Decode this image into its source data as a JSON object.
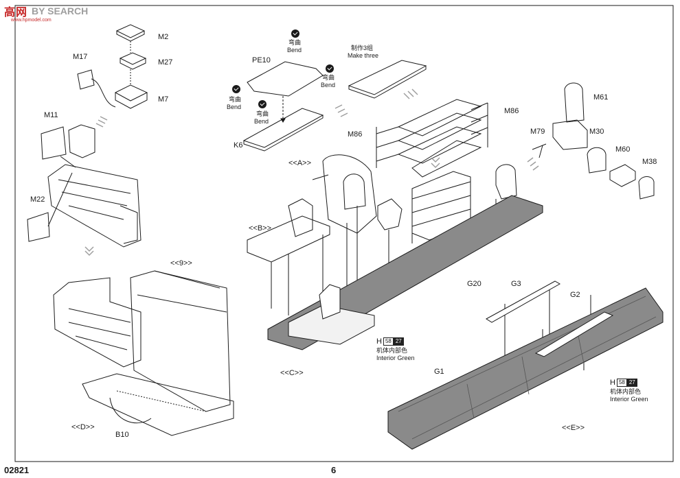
{
  "watermark": {
    "cn": "高",
    "cn2": "网",
    "en": "BY SEARCH",
    "url": "www.hpmodel.com"
  },
  "footer": {
    "code": "02821",
    "page": "6"
  },
  "notes": {
    "make_three_cn": "制作3组",
    "make_three_en": "Make three"
  },
  "bend": {
    "cn": "弯曲",
    "en": "Bend"
  },
  "paint": {
    "h": "H",
    "code1": "58",
    "code2": "27",
    "cn": "机体内部色",
    "en": "Interior Green"
  },
  "parts": {
    "m2": "M2",
    "m27": "M27",
    "m7": "M7",
    "m17": "M17",
    "m11": "M11",
    "m22": "M22",
    "pe10": "PE10",
    "k6": "K6",
    "m86": "M86",
    "m61": "M61",
    "m79": "M79",
    "m30": "M30",
    "m60": "M60",
    "m38": "M38",
    "g20": "G20",
    "g3": "G3",
    "g2": "G2",
    "g1": "G1",
    "b10": "B10"
  },
  "subassemblies": {
    "a": "<<A>>",
    "b": "<<B>>",
    "c": "<<C>>",
    "d": "<<D>>",
    "e": "<<E>>",
    "nine": "<<9>>"
  },
  "colors": {
    "deck_gray": "#8a8a8a",
    "line": "#1a1a1a",
    "watermark_red": "#c62828"
  }
}
